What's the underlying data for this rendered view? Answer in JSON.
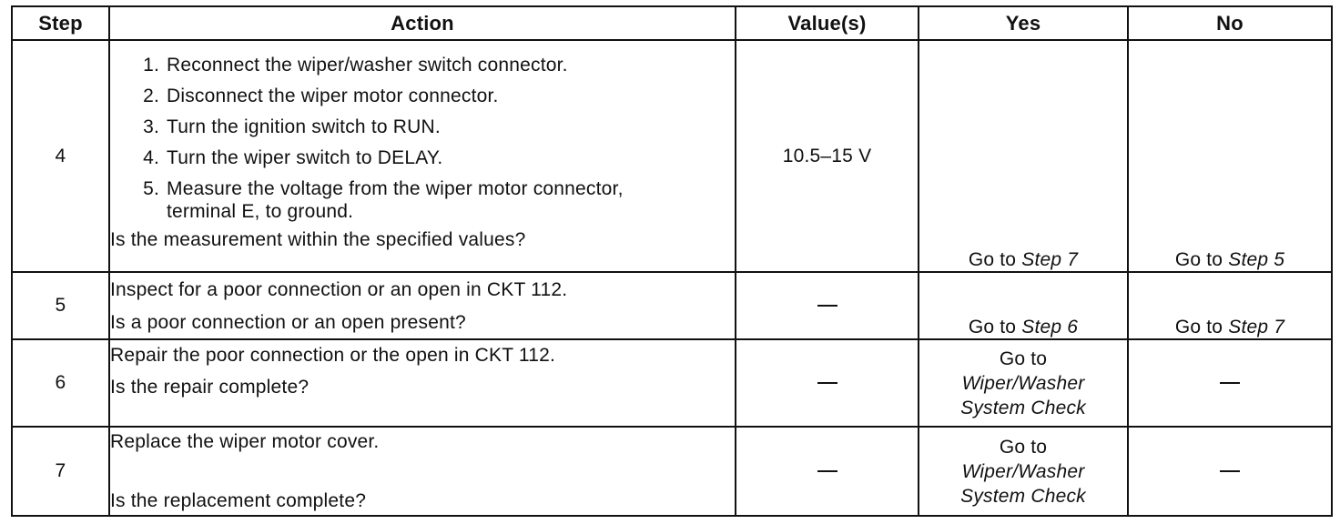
{
  "headers": {
    "step": "Step",
    "action": "Action",
    "values": "Value(s)",
    "yes": "Yes",
    "no": "No"
  },
  "rows": [
    {
      "step": "4",
      "actions": [
        "Reconnect the wiper/washer switch connector.",
        "Disconnect the wiper motor connector.",
        "Turn the ignition switch to RUN.",
        "Turn the wiper switch to DELAY.",
        "Measure the voltage from the wiper motor connector, terminal E, to ground."
      ],
      "action_numbers": [
        "1.",
        "2.",
        "3.",
        "4.",
        "5."
      ],
      "question": "Is the measurement within the specified values?",
      "value": "10.5–15 V",
      "yes_prefix": "Go to ",
      "yes_ref": "Step 7",
      "no_prefix": "Go to ",
      "no_ref": "Step 5"
    },
    {
      "step": "5",
      "instruction": "Inspect for a poor connection or an open in CKT 112.",
      "question": "Is a poor connection or an open present?",
      "value": "—",
      "yes_prefix": "Go to ",
      "yes_ref": "Step 6",
      "no_prefix": "Go to ",
      "no_ref": "Step 7"
    },
    {
      "step": "6",
      "instruction": "Repair the poor connection or the open in CKT 112.",
      "question": "Is the repair complete?",
      "value": "—",
      "yes_prefix": "Go to",
      "yes_ref_line1": "Wiper/Washer",
      "yes_ref_line2": "System Check",
      "no": "—"
    },
    {
      "step": "7",
      "instruction": "Replace the wiper motor cover.",
      "question": "Is the replacement complete?",
      "value": "—",
      "yes_prefix": "Go to",
      "yes_ref_line1": "Wiper/Washer",
      "yes_ref_line2": "System Check",
      "no": "—"
    }
  ]
}
